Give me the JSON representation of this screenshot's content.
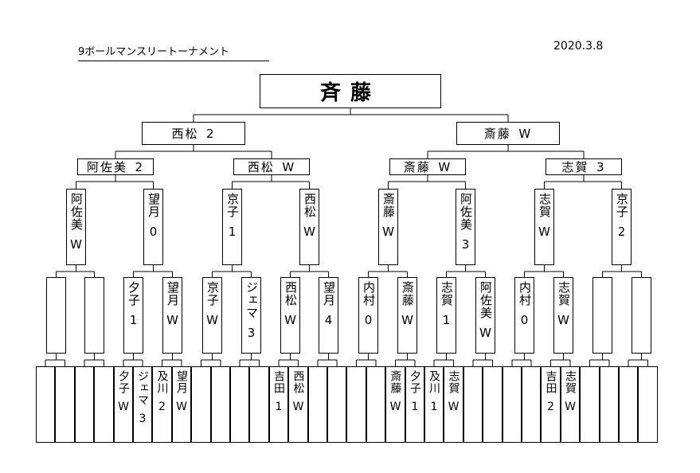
{
  "header": {
    "title": "9ボールマンスリートーナメント",
    "date": "2020.3.8"
  },
  "champion": {
    "name": "斉藤"
  },
  "finalists": [
    {
      "name": "西松",
      "result": "2"
    },
    {
      "name": "斎藤",
      "result": "W"
    }
  ],
  "round_semi": [
    {
      "name": "阿佐美",
      "result": "2"
    },
    {
      "name": "西松",
      "result": "W"
    },
    {
      "name": "斎藤",
      "result": "W"
    },
    {
      "name": "志賀",
      "result": "3"
    }
  ],
  "round_quarter": [
    {
      "name": "阿佐美",
      "result": "W"
    },
    {
      "name": "望月",
      "result": "0"
    },
    {
      "name": "京子",
      "result": "1"
    },
    {
      "name": "西松",
      "result": "W"
    },
    {
      "name": "斎藤",
      "result": "W"
    },
    {
      "name": "阿佐美",
      "result": "3"
    },
    {
      "name": "志賀",
      "result": "W"
    },
    {
      "name": "京子",
      "result": "2"
    }
  ],
  "round_16": [
    {
      "name": "",
      "result": ""
    },
    {
      "name": "",
      "result": ""
    },
    {
      "name": "夕子",
      "result": "1"
    },
    {
      "name": "望月",
      "result": "W"
    },
    {
      "name": "京子",
      "result": "W"
    },
    {
      "name": "ジェマ",
      "result": "3"
    },
    {
      "name": "西松",
      "result": "W"
    },
    {
      "name": "望月",
      "result": "4"
    },
    {
      "name": "内村",
      "result": "0"
    },
    {
      "name": "斎藤",
      "result": "W"
    },
    {
      "name": "志賀",
      "result": "1"
    },
    {
      "name": "阿佐美",
      "result": "W"
    },
    {
      "name": "内村",
      "result": "0"
    },
    {
      "name": "志賀",
      "result": "W"
    },
    {
      "name": "",
      "result": ""
    },
    {
      "name": "",
      "result": ""
    }
  ],
  "round_32": [
    {
      "name": "",
      "result": ""
    },
    {
      "name": "",
      "result": ""
    },
    {
      "name": "",
      "result": ""
    },
    {
      "name": "",
      "result": ""
    },
    {
      "name": "夕子",
      "result": "W"
    },
    {
      "name": "ジェマ",
      "result": "3"
    },
    {
      "name": "及川",
      "result": "2"
    },
    {
      "name": "望月",
      "result": "W"
    },
    {
      "name": "",
      "result": ""
    },
    {
      "name": "",
      "result": ""
    },
    {
      "name": "",
      "result": ""
    },
    {
      "name": "",
      "result": ""
    },
    {
      "name": "吉田",
      "result": "1"
    },
    {
      "name": "西松",
      "result": "W"
    },
    {
      "name": "",
      "result": ""
    },
    {
      "name": "",
      "result": ""
    },
    {
      "name": "",
      "result": ""
    },
    {
      "name": "",
      "result": ""
    },
    {
      "name": "斎藤",
      "result": "W"
    },
    {
      "name": "夕子",
      "result": "1"
    },
    {
      "name": "及川",
      "result": "1"
    },
    {
      "name": "志賀",
      "result": "W"
    },
    {
      "name": "",
      "result": ""
    },
    {
      "name": "",
      "result": ""
    },
    {
      "name": "",
      "result": ""
    },
    {
      "name": "",
      "result": ""
    },
    {
      "name": "吉田",
      "result": "2"
    },
    {
      "name": "志賀",
      "result": "W"
    },
    {
      "name": "",
      "result": ""
    },
    {
      "name": "",
      "result": ""
    },
    {
      "name": "",
      "result": ""
    },
    {
      "name": "",
      "result": ""
    }
  ]
}
